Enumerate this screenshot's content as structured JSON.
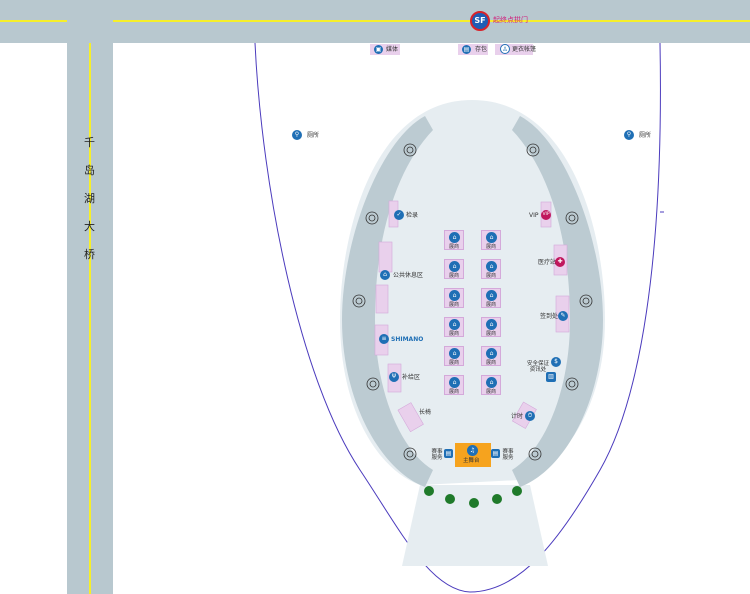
{
  "bridge_name_chars": [
    "千",
    "岛",
    "湖",
    "大",
    "桥"
  ],
  "top_road": {
    "gate_logo": "SF",
    "gate_label": "起终点拱门"
  },
  "top_facilities": {
    "media": "媒体",
    "storage": "存包",
    "changing": "更衣帐篷"
  },
  "restrooms": {
    "left": "厕所",
    "right": "厕所"
  },
  "left_stations": {
    "checkin": "检录",
    "lounge": "公共休息区",
    "shimano": "SHIMANO",
    "supply": "补给区",
    "bench": "长椅"
  },
  "right_stations": {
    "vip": "VIP",
    "medical": "医疗站",
    "sign": "签到处",
    "safety": "安全保证\n资讯处",
    "timing": "计时"
  },
  "booth_label": "展商",
  "booth_rows": 6,
  "stage": {
    "label": "主舞台",
    "left_tent": "赛事\n服务",
    "right_tent": "赛事\n服务"
  },
  "colors": {
    "road": "#b8c8cf",
    "road_line": "#f6ef2a",
    "track": "#bccbd2",
    "infield": "#e6edf1",
    "boundary": "#4b3bbd",
    "booth": "#e9d0ec",
    "icon": "#1f6fb5",
    "stage": "#f6a31e",
    "tree": "#1f7a2a"
  }
}
